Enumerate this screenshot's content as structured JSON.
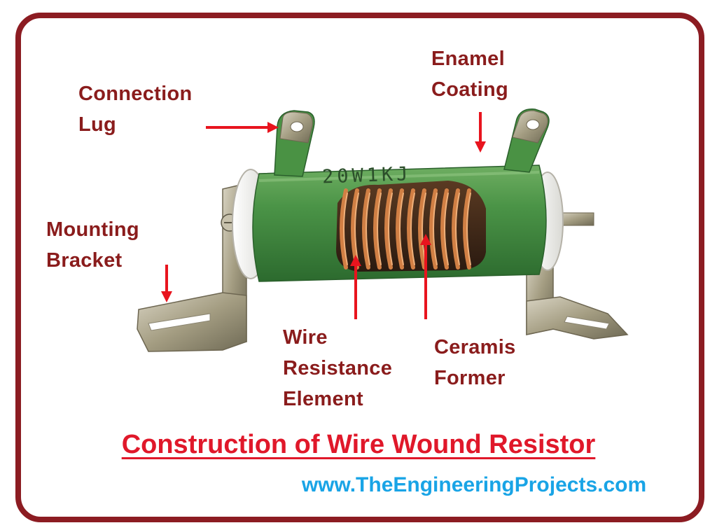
{
  "labels": {
    "connection_lug": [
      "Connection",
      "Lug"
    ],
    "enamel_coating": [
      "Enamel",
      "Coating"
    ],
    "mounting_bracket": [
      "Mounting",
      "Bracket"
    ],
    "wire_resistance_element": [
      "Wire",
      "Resistance",
      "Element"
    ],
    "ceramis_former": [
      "Ceramis",
      "Former"
    ]
  },
  "body_marking": "20W1KJ",
  "title": "Construction of Wire Wound Resistor",
  "website": "www.TheEngineeringProjects.com",
  "colors": {
    "frame": "#8c1c22",
    "label_text": "#8a1c1c",
    "arrow": "#e8141e",
    "title": "#e0182a",
    "website": "#19a4e6",
    "enamel_green": "#3f8a3c",
    "copper": "#c7763d"
  }
}
